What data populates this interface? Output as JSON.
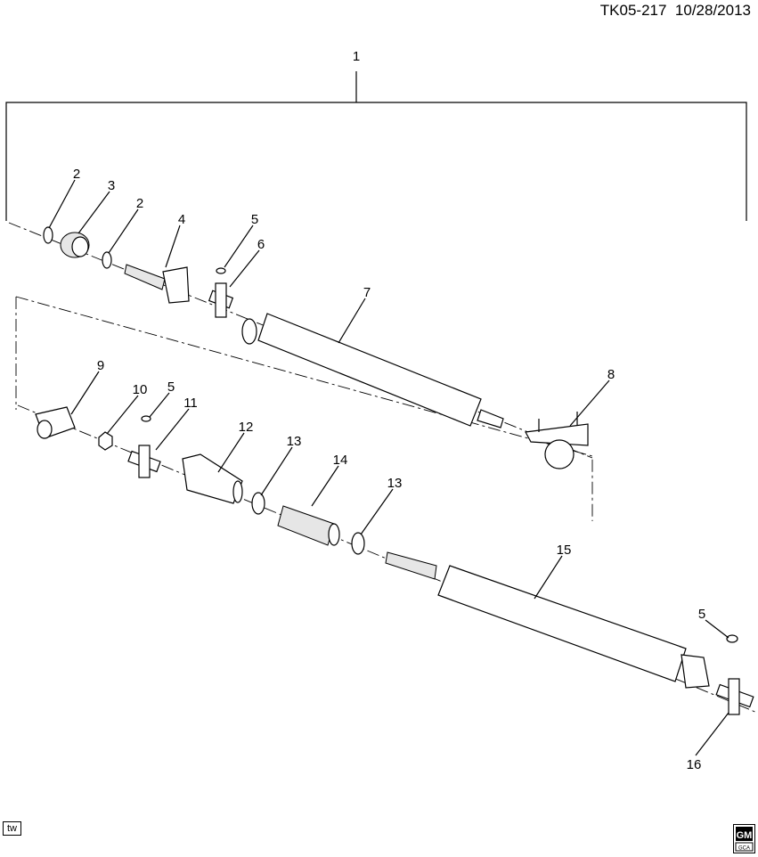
{
  "header": {
    "diagram_id": "TK05-217",
    "date": "10/28/2013"
  },
  "callouts": [
    "1",
    "2",
    "3",
    "2",
    "4",
    "5",
    "6",
    "7",
    "8",
    "9",
    "10",
    "5",
    "11",
    "12",
    "13",
    "14",
    "13",
    "15",
    "5",
    "16"
  ],
  "footer": {
    "tw_badge": "tw",
    "logo": "GM GCA"
  }
}
